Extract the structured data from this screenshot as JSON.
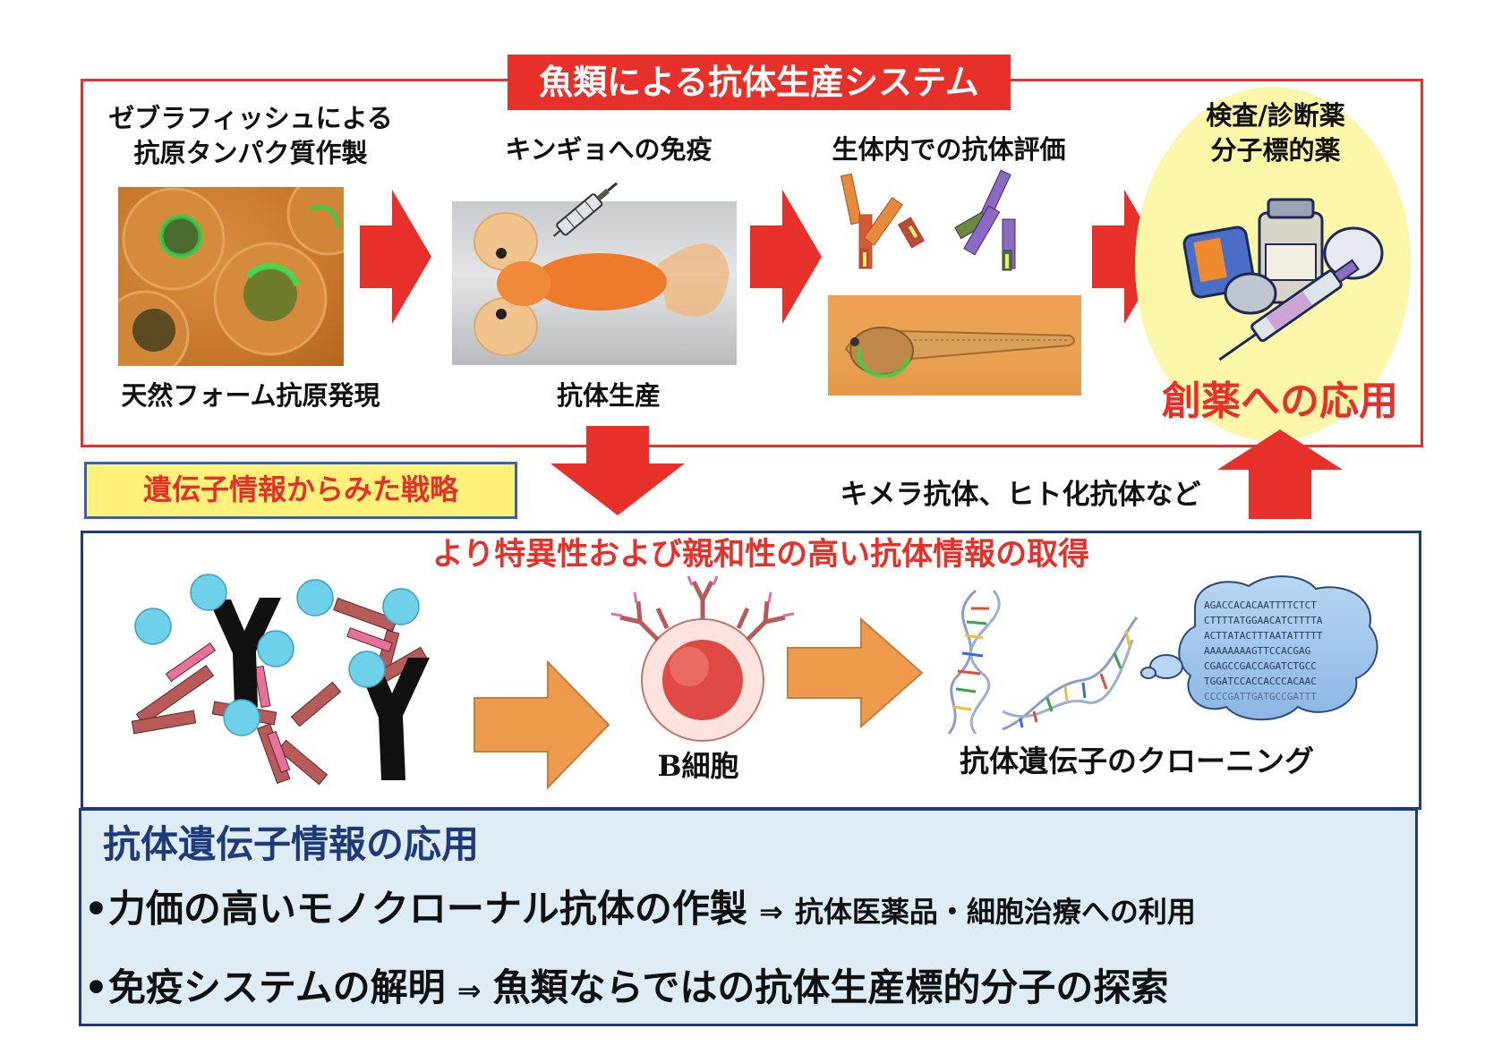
{
  "colors": {
    "red": "#e8302a",
    "navy": "#1f3a78",
    "yellow_box": "#fff27a",
    "light_yellow": "#fbf6a8",
    "light_blue": "#deecf6",
    "orange_arrow": "#ee9a4d"
  },
  "top": {
    "title": "魚類による抗体生産システム",
    "step1": {
      "label_line1": "ゼブラフィッシュによる",
      "label_line2": "抗原タンパク質作製",
      "caption": "天然フォーム抗原発現"
    },
    "step2": {
      "label": "キンギョへの免疫",
      "caption": "抗体生産"
    },
    "step3": {
      "label": "生体内での抗体評価"
    },
    "step4": {
      "label_line1": "検査/診断薬",
      "label_line2": "分子標的薬",
      "caption": "創薬への応用"
    }
  },
  "middle": {
    "strategy": "遺伝子情報からみた戦略",
    "chimera": "キメラ抗体、ヒト化抗体など",
    "headline": "より特異性および親和性の高い抗体情報の取得",
    "b_cell": "B細胞",
    "cloning": "抗体遺伝子のクローニング",
    "dna_lines": [
      "AGACCACACAATTTTCTCT",
      "CTTTTATGGAACATCTTTTA",
      "ACTTATACTTTAATATTTTT",
      "AAAAAAAAGTTCCACGAG",
      "CGAGCCGACCAGATCTGCC",
      "TGGATCCACCACCCACAAC",
      "CCCCGATTGATGCCGATTT"
    ]
  },
  "bottom": {
    "heading": "抗体遺伝子情報の応用",
    "line1_main": "•力価の高いモノクローナル抗体の作製",
    "line1_arrow": "⇒",
    "line1_rest": "抗体医薬品・細胞治療への利用",
    "line2_main": "•免疫システムの解明",
    "line2_arrow": "⇒",
    "line2_rest": "魚類ならではの抗体生産標的分子の探索"
  }
}
